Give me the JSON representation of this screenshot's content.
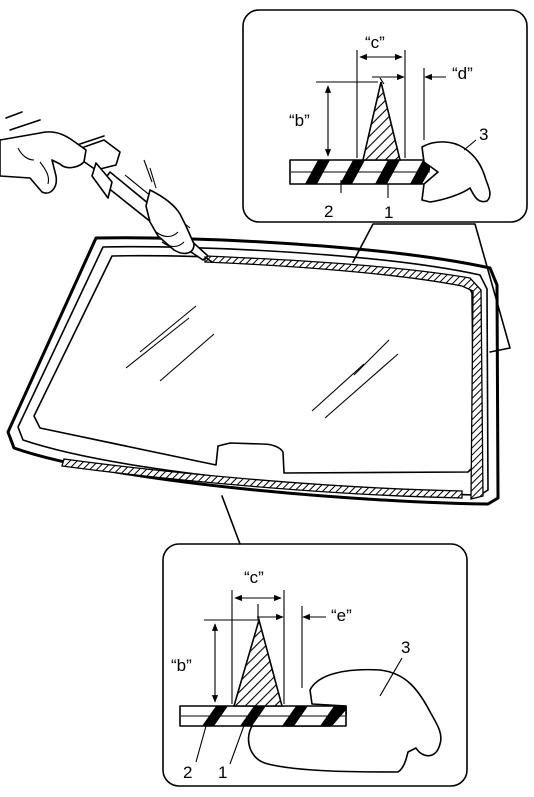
{
  "labels": {
    "dim_b": "“b”",
    "dim_c": "“c”",
    "dim_d": "“d”",
    "dim_e": "“e”",
    "part_1": "1",
    "part_2": "2",
    "part_3": "3"
  }
}
